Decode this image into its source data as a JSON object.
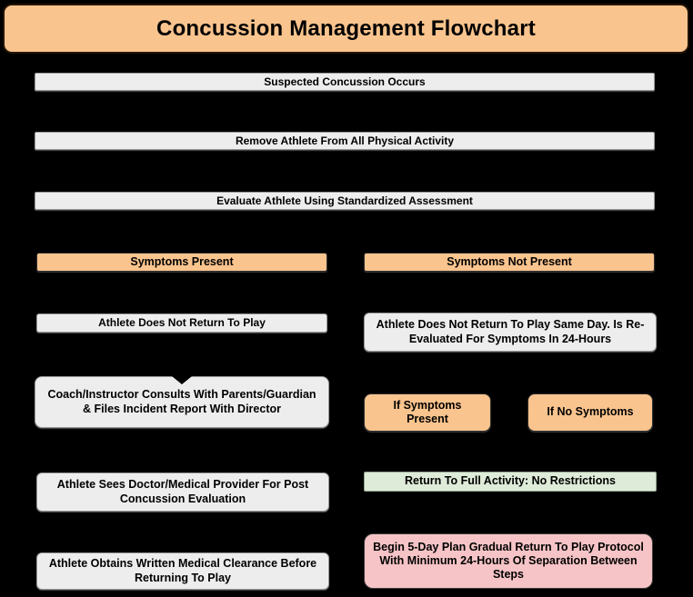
{
  "flow": {
    "title": "Concussion Management Flowchart",
    "colors": {
      "background": "#000000",
      "title_bg": "#FAC48E",
      "step_bg": "#EDEDED",
      "branch_bg": "#FAC48E",
      "success_bg": "#DEEBD8",
      "caution_bg": "#F6C4C6",
      "text": "#000000"
    },
    "nodes": [
      {
        "id": "suspected-concussion",
        "type": "step",
        "label": "Suspected Concussion Occurs"
      },
      {
        "id": "remove-athlete",
        "type": "step",
        "label": "Remove Athlete From All Physical Activity"
      },
      {
        "id": "evaluate-athlete",
        "type": "step",
        "label": "Evaluate Athlete  Using Standardized Assessment"
      },
      {
        "id": "symptoms-present",
        "type": "branch",
        "label": "Symptoms Present"
      },
      {
        "id": "symptoms-not-present",
        "type": "branch",
        "label": "Symptoms Not Present"
      },
      {
        "id": "no-return-to-play",
        "type": "step",
        "label": "Athlete Does Not Return To Play"
      },
      {
        "id": "no-return-same-day",
        "type": "step",
        "label": "Athlete Does Not Return To Play Same Day.  Is Re-Evaluated For Symptoms In 24-Hours"
      },
      {
        "id": "coach-consults",
        "type": "step",
        "label": "Coach/Instructor Consults With Parents/Guardian & Files Incident Report With Director"
      },
      {
        "id": "if-symptoms-present",
        "type": "branch",
        "label": "If Symptoms Present"
      },
      {
        "id": "if-no-symptoms",
        "type": "branch",
        "label": "If No Symptoms"
      },
      {
        "id": "athlete-sees-doctor",
        "type": "step",
        "label": "Athlete Sees Doctor/Medical Provider For Post Concussion Evaluation"
      },
      {
        "id": "return-full-activity",
        "type": "success",
        "label": "Return To Full Activity: No Restrictions"
      },
      {
        "id": "written-clearance",
        "type": "step",
        "label": "Athlete Obtains Written Medical Clearance Before Returning To Play"
      },
      {
        "id": "begin-5-day-plan",
        "type": "caution",
        "label": "Begin 5-Day Plan Gradual Return To Play Protocol With Minimum 24-Hours Of Separation Between Steps"
      }
    ]
  }
}
